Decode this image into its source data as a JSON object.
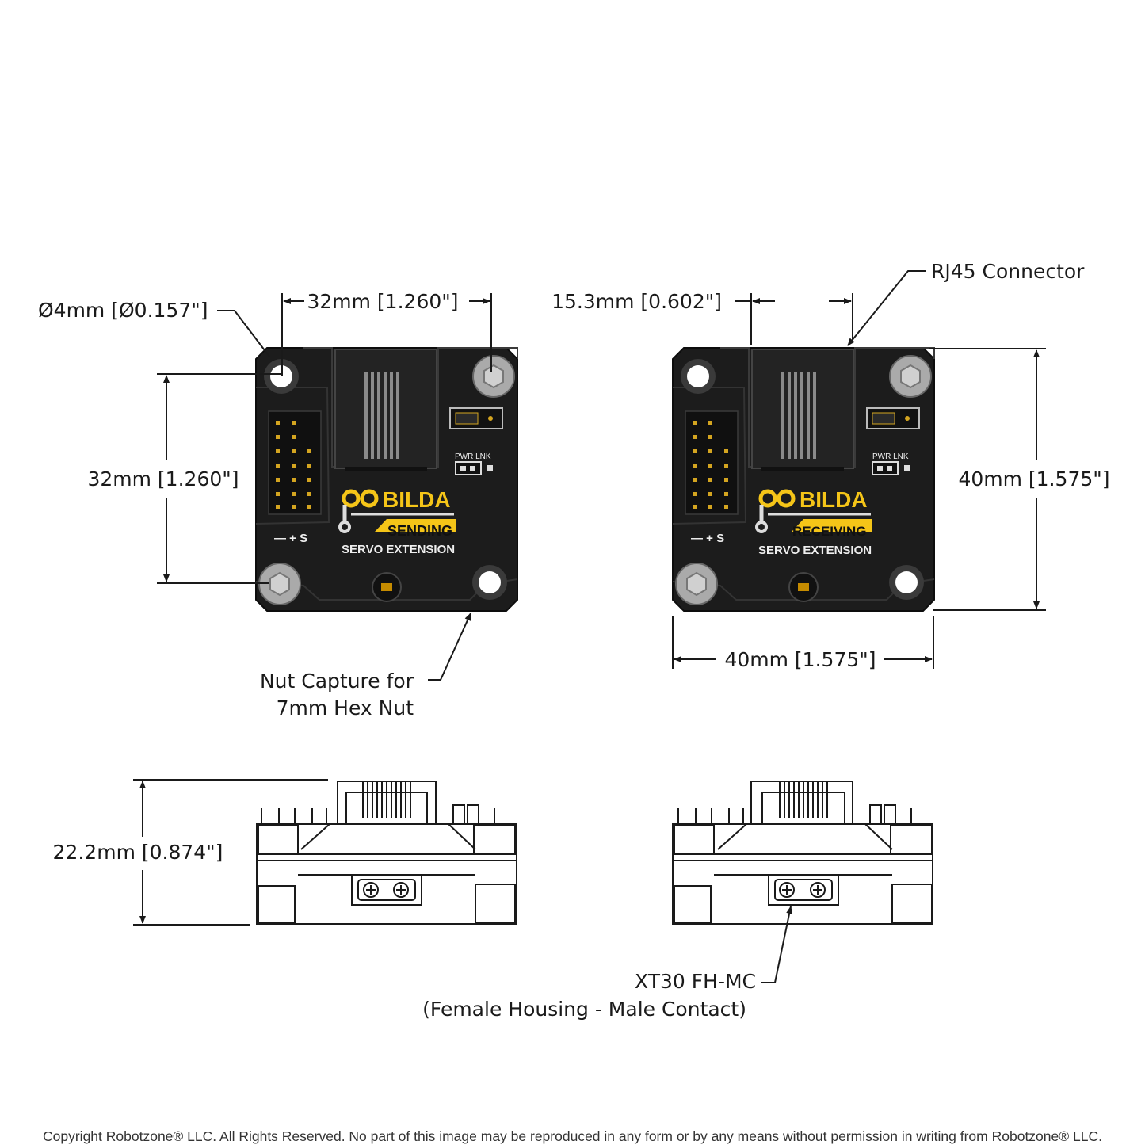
{
  "dimensions": {
    "hole_dia": "Ø4mm [Ø0.157\"]",
    "hole_spacing_top": "32mm [1.260\"]",
    "hole_spacing_side": "32mm [1.260\"]",
    "rj45_width": "15.3mm [0.602\"]",
    "height_right": "40mm [1.575\"]",
    "width_bottom": "40mm [1.575\"]",
    "thickness": "22.2mm [0.874\"]"
  },
  "callouts": {
    "rj45": "RJ45 Connector",
    "nut_capture_1": "Nut Capture for",
    "nut_capture_2": "7mm Hex Nut",
    "xt30_1": "XT30 FH-MC",
    "xt30_2": "(Female Housing - Male Contact)"
  },
  "boards": {
    "left": {
      "brand": "BILDA",
      "mode": "SENDING",
      "product": "SERVO EXTENSION",
      "pins": "— + S",
      "led_label": "PWR LNK"
    },
    "right": {
      "brand": "BILDA",
      "mode": "RECEIVING",
      "product": "SERVO EXTENSION",
      "pins": "— + S",
      "led_label": "PWR LNK"
    }
  },
  "colors": {
    "board": "#1c1c1c",
    "accent": "#f5c518",
    "line": "#1a1a1a"
  },
  "copyright": "Copyright Robotzone® LLC.  All Rights Reserved. No part of this image may be reproduced in any form or by any means without permission in writing from Robotzone® LLC."
}
